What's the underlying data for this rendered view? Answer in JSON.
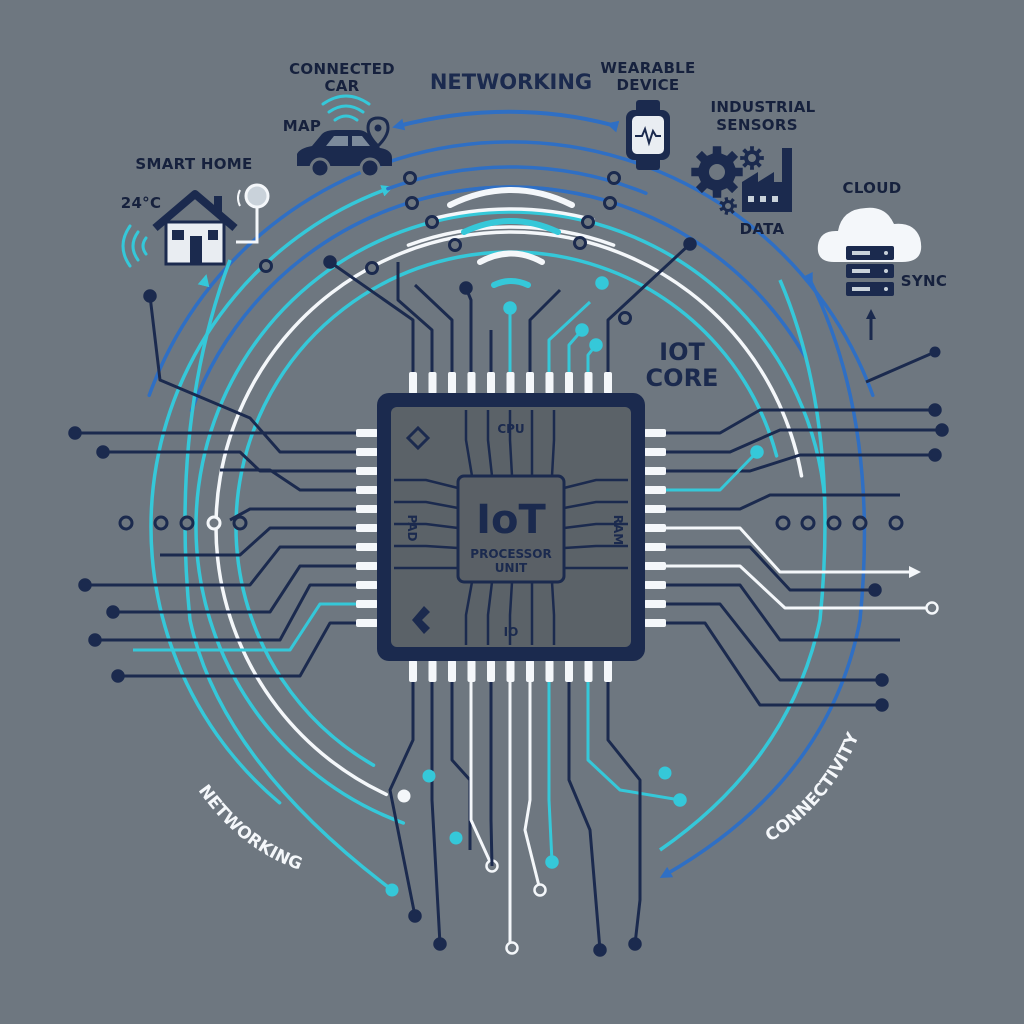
{
  "diagram": {
    "top_title": "NETWORKING",
    "bottom_left_label": "NETWORKING",
    "bottom_right_label": "CONNECTIVITY",
    "chip": {
      "main_label": "IoT",
      "sub_line1": "PROCESSOR",
      "sub_line2": "UNIT",
      "cpu_label": "CPU",
      "io_label": "IO",
      "ram_label": "RAM",
      "pad_label": "PAD"
    },
    "core_label_line1": "IOT",
    "core_label_line2": "CORE",
    "devices": {
      "smart_home": {
        "label": "SMART HOME",
        "temp": "24°C"
      },
      "connected_car": {
        "line1": "CONNECTED",
        "line2": "CAR",
        "map": "MAP"
      },
      "wearable": {
        "line1": "WEARABLE",
        "line2": "DEVICE"
      },
      "industrial": {
        "line1": "INDUSTRIAL",
        "line2": "SENSORS",
        "data": "DATA"
      },
      "cloud": {
        "label": "CLOUD",
        "sync": "SYNC"
      }
    }
  },
  "colors": {
    "background": "#6e7780",
    "navy": "#1b2a4e",
    "cyan": "#35c8d9",
    "blue": "#2f6fc4",
    "white": "#f4f7fa",
    "chip_body": "#5b6268"
  },
  "icons": [
    "house-icon",
    "car-icon",
    "map-pin-icon",
    "smartwatch-icon",
    "gear-icon",
    "factory-icon",
    "cloud-icon",
    "server-icon",
    "wifi-icon"
  ]
}
